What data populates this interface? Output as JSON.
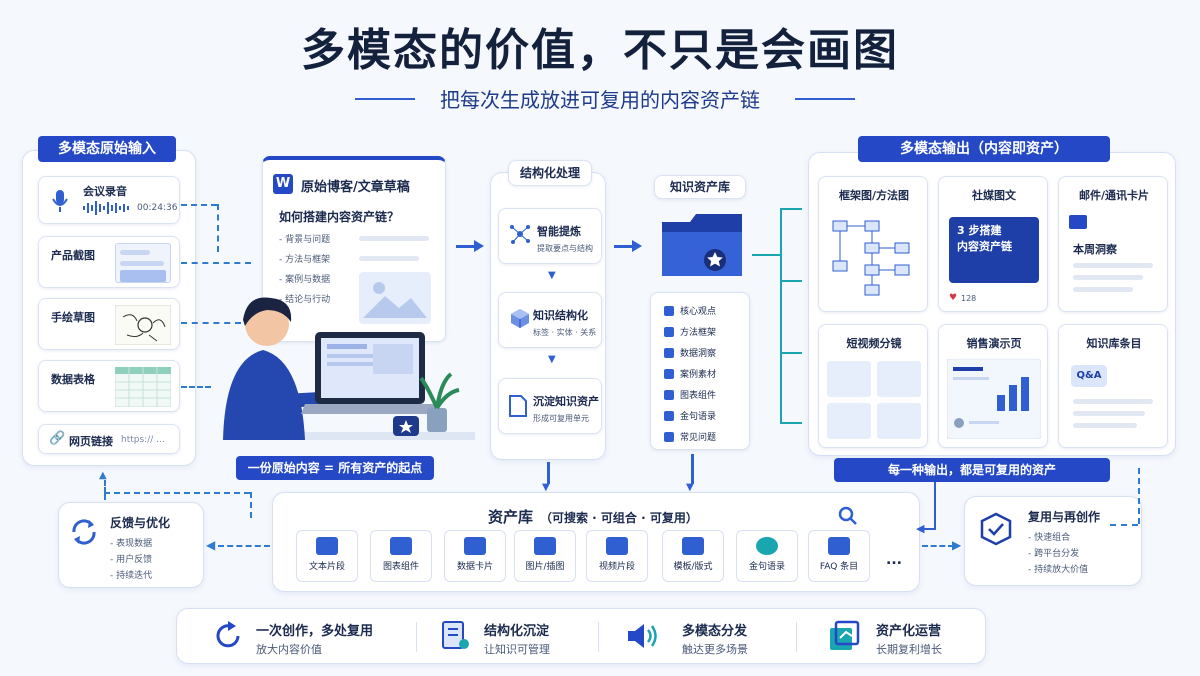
{
  "header": {
    "title": "多模态的价值，不只是会画图",
    "subtitle": "把每次生成放进可复用的内容资产链"
  },
  "inputs": {
    "title": "多模态原始输入",
    "items": [
      {
        "label": "会议录音",
        "value": "00:24:36"
      },
      {
        "label": "产品截图"
      },
      {
        "label": "手绘草图"
      },
      {
        "label": "数据表格"
      },
      {
        "label": "网页链接",
        "value": "https:// ..."
      }
    ]
  },
  "draft": {
    "badge": "W",
    "title": "原始博客/文章草稿",
    "heading": "如何搭建内容资产链？",
    "bullets": [
      "- 背景与问题",
      "- 方法与框架",
      "- 案例与数据",
      "- 结论与行动"
    ],
    "caption": "一份原始内容 = 所有资产的起点"
  },
  "processing": {
    "title": "结构化处理",
    "steps": [
      {
        "title": "智能提炼",
        "desc": "提取要点与结构"
      },
      {
        "title": "知识结构化",
        "desc": "标签 · 实体 · 关系"
      },
      {
        "title": "沉淀知识资产",
        "desc": "形成可复用单元"
      }
    ]
  },
  "knowledge_base": {
    "title": "知识资产库",
    "items": [
      "核心观点",
      "方法框架",
      "数据洞察",
      "案例素材",
      "图表组件",
      "金句语录",
      "常见问题"
    ]
  },
  "outputs": {
    "title": "多模态输出（内容即资产）",
    "cards": [
      {
        "title": "框架图/方法图"
      },
      {
        "title": "社媒图文",
        "text": "3 步搭建\n内容资产链",
        "likes": "128"
      },
      {
        "title": "邮件/通讯卡片",
        "text": "本周洞察"
      },
      {
        "title": "短视频分镜"
      },
      {
        "title": "销售演示页"
      },
      {
        "title": "知识库条目",
        "text": "Q&A"
      }
    ],
    "caption": "每一种输出，都是可复用的资产"
  },
  "asset_library": {
    "title": "资产库",
    "tagline": "（可搜索 · 可组合 · 可复用）",
    "items": [
      "文本片段",
      "图表组件",
      "数据卡片",
      "图片/插图",
      "视频片段",
      "模板/版式",
      "金句语录",
      "FAQ 条目"
    ],
    "more": "..."
  },
  "feedback": {
    "title": "反馈与优化",
    "bullets": [
      "- 表现数据",
      "- 用户反馈",
      "- 持续迭代"
    ]
  },
  "reuse": {
    "title": "复用与再创作",
    "bullets": [
      "- 快速组合",
      "- 跨平台分发",
      "- 持续放大价值"
    ]
  },
  "benefits": [
    {
      "title": "一次创作，多处复用",
      "desc": "放大内容价值"
    },
    {
      "title": "结构化沉淀",
      "desc": "让知识可管理"
    },
    {
      "title": "多模态分发",
      "desc": "触达更多场景"
    },
    {
      "title": "资产化运营",
      "desc": "长期复利增长"
    }
  ],
  "colors": {
    "primary": "#2448c6",
    "accent_teal": "#1aa6b0",
    "title_text": "#14213d",
    "background": "#f5f8fd"
  }
}
